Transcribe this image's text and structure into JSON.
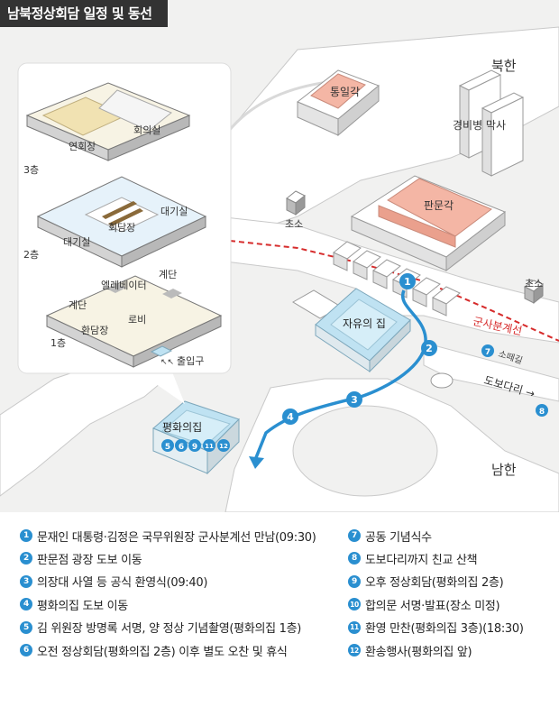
{
  "title": "남북정상회담 일정 및 동선",
  "colors": {
    "route": "#2a8fd0",
    "border_line": "#d62b2b",
    "pink_building": "#f4b6a5",
    "glass_building": "#bfe2f2"
  },
  "map": {
    "north_label": "북한",
    "south_label": "남한",
    "border_label": "군사분계선",
    "buildings": {
      "tongilgak": "통일각",
      "guard_barracks": "경비병 막사",
      "panmungak": "판문각",
      "freedom_house": "자유의 집",
      "peace_house": "평화의집",
      "guard_post_left": "초소",
      "guard_post_right": "초소"
    },
    "road_labels": {
      "small_path": "소떼길",
      "footbridge": "도보다리 →"
    },
    "route_markers": [
      "1",
      "2",
      "3",
      "4"
    ],
    "footbridge_markers": [
      "7",
      "8"
    ],
    "peace_house_markers": [
      "5",
      "6",
      "9",
      "11",
      "12"
    ]
  },
  "inset": {
    "floor_labels": [
      "3층",
      "2층",
      "1층"
    ],
    "third_floor": {
      "banquet_hall": "연회장",
      "meeting_room": "회의실"
    },
    "second_floor": {
      "summit_room": "회담장",
      "waiting_room_left": "대기실",
      "waiting_room_right": "대기실"
    },
    "first_floor": {
      "elevator": "엘레베이터",
      "stairs_left": "계단",
      "stairs_right": "계단",
      "reception_hall": "환담장",
      "lobby": "로비",
      "entrance": "출입구"
    }
  },
  "legend": [
    {
      "num": "1",
      "text": "문재인 대통령·김정은 국무위원장 군사분계선 만남(09:30)"
    },
    {
      "num": "2",
      "text": "판문점 광장 도보 이동"
    },
    {
      "num": "3",
      "text": "의장대 사열 등 공식 환영식(09:40)"
    },
    {
      "num": "4",
      "text": "평화의집 도보 이동"
    },
    {
      "num": "5",
      "text": "김 위원장 방명록 서명, 양 정상 기념촬영(평화의집 1층)"
    },
    {
      "num": "6",
      "text": "오전 정상회담(평화의집 2층) 이후 별도 오찬 및 휴식"
    },
    {
      "num": "7",
      "text": "공동 기념식수"
    },
    {
      "num": "8",
      "text": "도보다리까지 친교 산책"
    },
    {
      "num": "9",
      "text": "오후 정상회담(평화의집 2층)"
    },
    {
      "num": "10",
      "text": "합의문 서명·발표(장소 미정)"
    },
    {
      "num": "11",
      "text": "환영 만찬(평화의집 3층)(18:30)"
    },
    {
      "num": "12",
      "text": "환송행사(평화의집 앞)"
    }
  ]
}
